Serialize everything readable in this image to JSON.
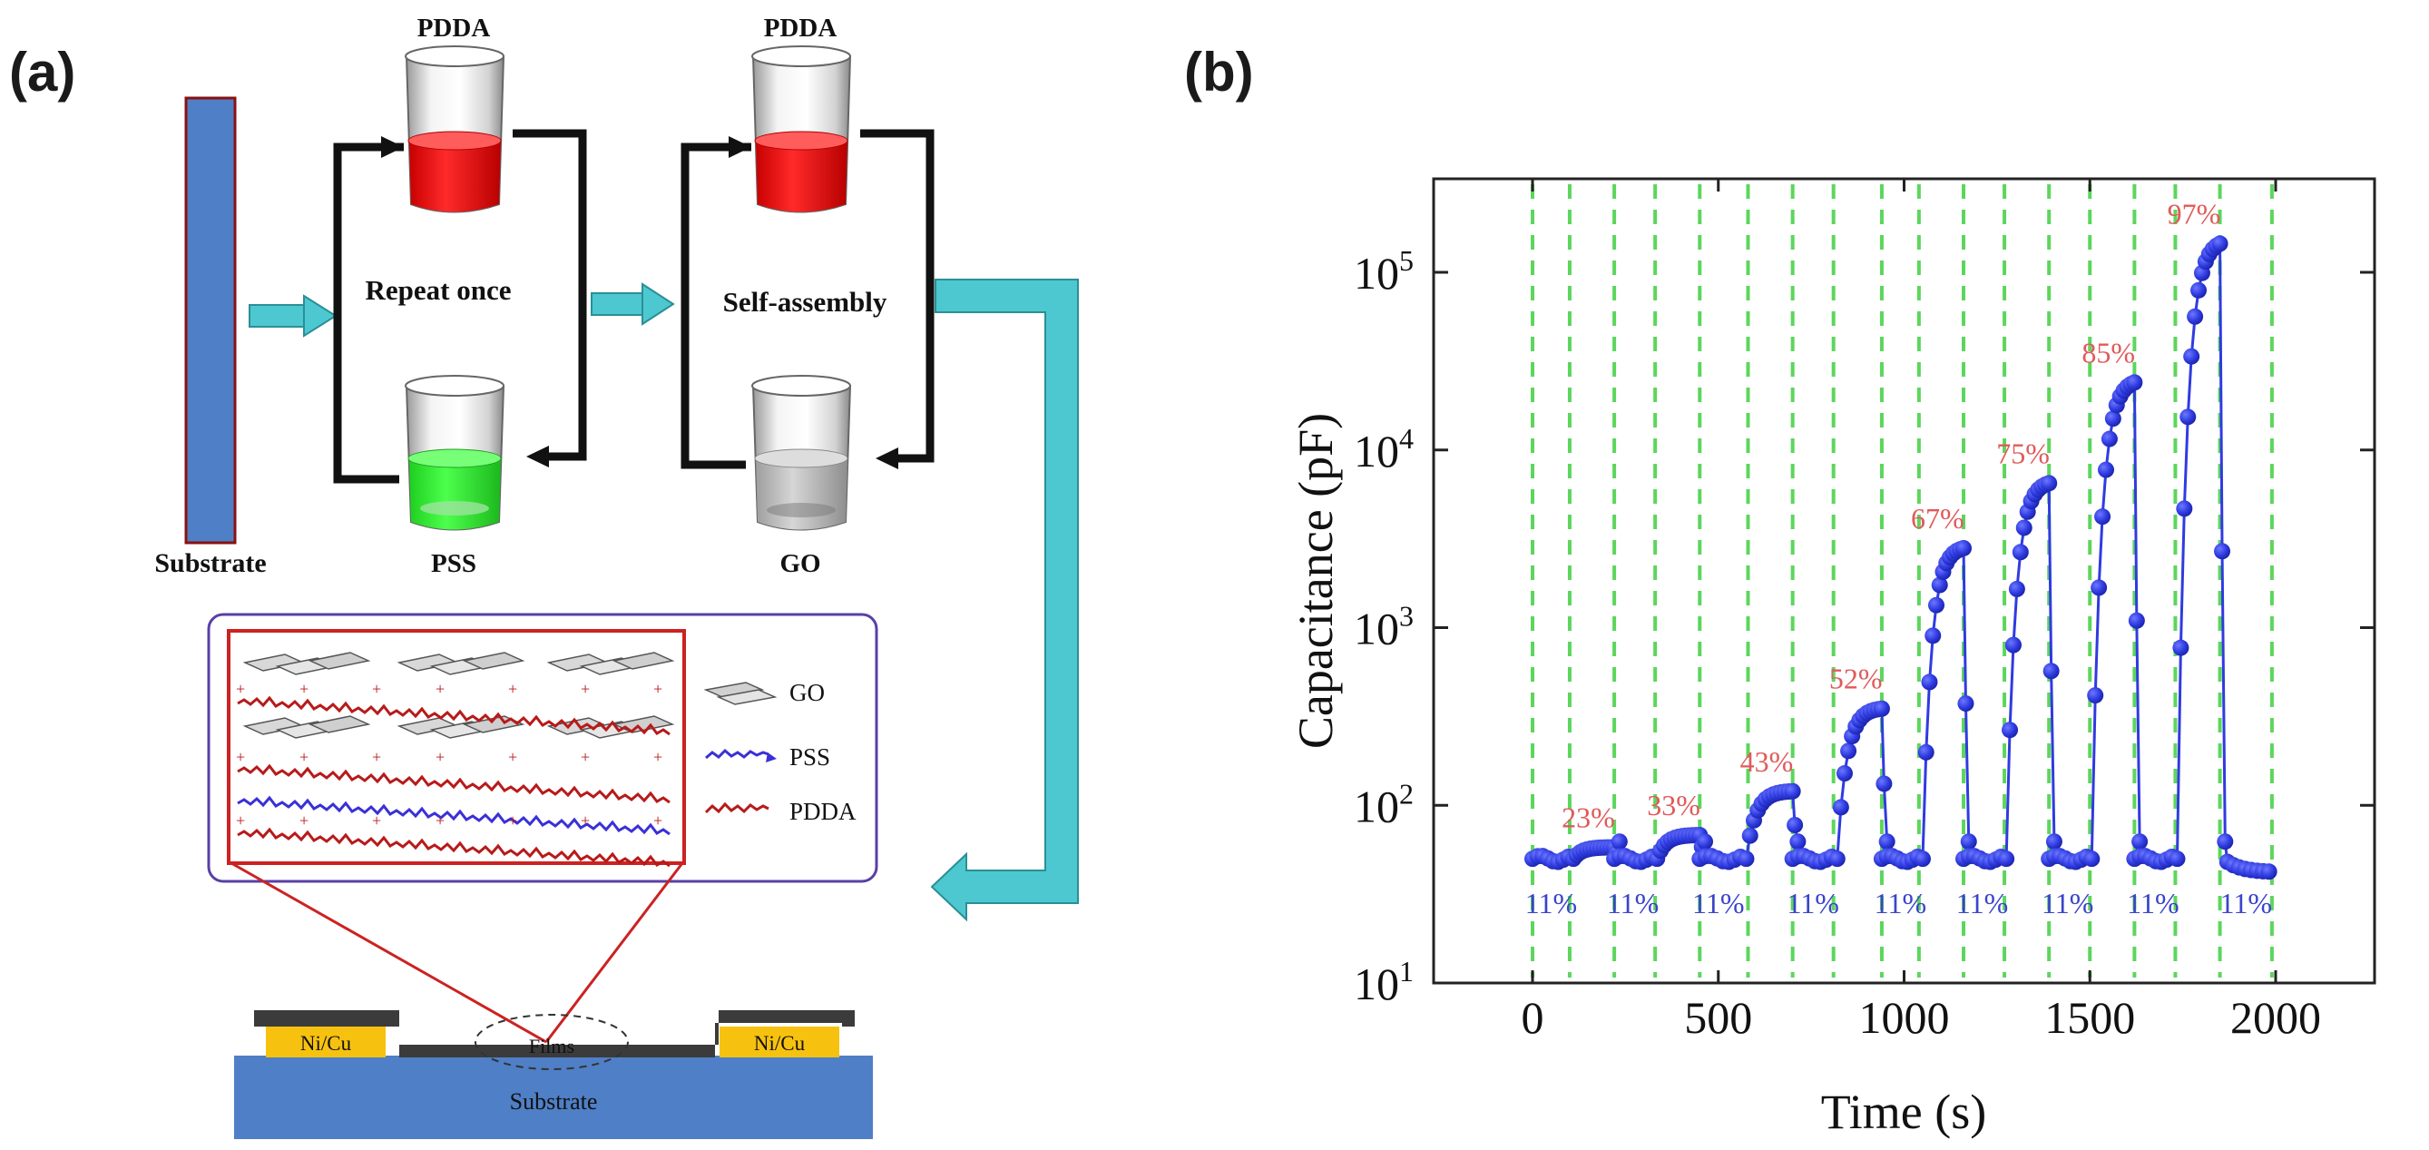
{
  "panels": {
    "a_label": "(a)",
    "b_label": "(b)"
  },
  "schematic": {
    "substrate_label": "Substrate",
    "beaker_top_1": "PDDA",
    "beaker_bottom_1": "PSS",
    "beaker_top_2": "PDDA",
    "beaker_bottom_2": "GO",
    "step_1": "Repeat once",
    "step_2": "Self-assembly",
    "legend": [
      {
        "label": "GO",
        "icon": "go-sheet-icon"
      },
      {
        "label": "PSS",
        "icon": "pss-chain-icon"
      },
      {
        "label": "PDDA",
        "icon": "pdda-chain-icon"
      }
    ],
    "device": {
      "electrode_left": "Ni/Cu",
      "electrode_right": "Ni/Cu",
      "films": "Films",
      "substrate": "Substrate"
    },
    "colors": {
      "pdda": "#ff1a1a",
      "pss": "#33ee33",
      "go": "#bbbbbb",
      "arrow": "#4dc8d0",
      "substrate": "#4f7fc6",
      "electrode": "#f7c20f",
      "frame": "#5a3fa6",
      "zoom": "#cc2222"
    }
  },
  "chart_data": {
    "type": "scatter",
    "xlabel": "Time (s)",
    "ylabel": "Capacitance (pF)",
    "xlim": [
      -200,
      2200
    ],
    "ylim_log10": [
      1,
      5.5
    ],
    "y_scale": "log",
    "x_ticks": [
      0,
      500,
      1000,
      1500,
      2000
    ],
    "y_ticks": [
      {
        "base": "10",
        "exp": "1",
        "value": 10
      },
      {
        "base": "10",
        "exp": "2",
        "value": 100
      },
      {
        "base": "10",
        "exp": "3",
        "value": 1000
      },
      {
        "base": "10",
        "exp": "4",
        "value": 10000
      },
      {
        "base": "10",
        "exp": "5",
        "value": 100000
      }
    ],
    "vlines_x": [
      0,
      100,
      220,
      330,
      450,
      580,
      700,
      810,
      940,
      1040,
      1160,
      1270,
      1390,
      1500,
      1620,
      1730,
      1850,
      1990
    ],
    "series_color": "#2f3be0",
    "vline_color": "#5cd65c",
    "cycles": [
      {
        "rh": "23%",
        "start": 0,
        "switch": 220,
        "base": 50,
        "peak": 58
      },
      {
        "rh": "33%",
        "start": 220,
        "switch": 450,
        "base": 50,
        "peak": 68
      },
      {
        "rh": "43%",
        "start": 450,
        "switch": 700,
        "base": 50,
        "peak": 120
      },
      {
        "rh": "52%",
        "start": 700,
        "switch": 940,
        "base": 50,
        "peak": 350
      },
      {
        "rh": "67%",
        "start": 940,
        "switch": 1160,
        "base": 50,
        "peak": 2800
      },
      {
        "rh": "75%",
        "start": 1160,
        "switch": 1390,
        "base": 50,
        "peak": 6500
      },
      {
        "rh": "85%",
        "start": 1390,
        "switch": 1620,
        "base": 50,
        "peak": 24000
      },
      {
        "rh": "97%",
        "start": 1620,
        "switch": 1850,
        "base": 50,
        "peak": 145000
      }
    ],
    "end_x": 1990,
    "low_labels": [
      {
        "text": "11%",
        "x": 50
      },
      {
        "text": "11%",
        "x": 270
      },
      {
        "text": "11%",
        "x": 500
      },
      {
        "text": "11%",
        "x": 755
      },
      {
        "text": "11%",
        "x": 990
      },
      {
        "text": "11%",
        "x": 1210
      },
      {
        "text": "11%",
        "x": 1440
      },
      {
        "text": "11%",
        "x": 1670
      },
      {
        "text": "11%",
        "x": 1920
      }
    ]
  }
}
